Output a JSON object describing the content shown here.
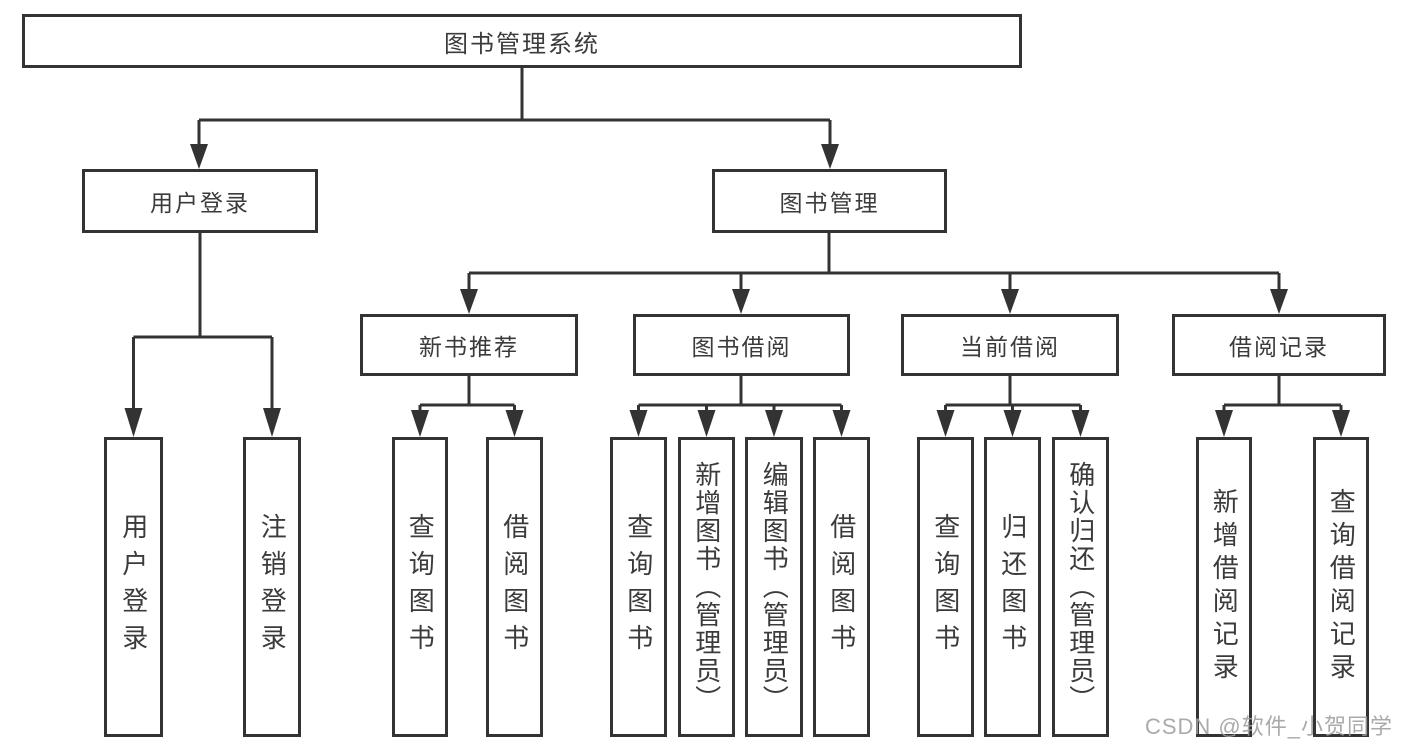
{
  "tree": {
    "label": "图书管理系统",
    "children": [
      {
        "label": "用户登录",
        "children": [
          {
            "label": "用户登录"
          },
          {
            "label": "注销登录"
          }
        ]
      },
      {
        "label": "图书管理",
        "children": [
          {
            "label": "新书推荐",
            "children": [
              {
                "label": "查询图书"
              },
              {
                "label": "借阅图书"
              }
            ]
          },
          {
            "label": "图书借阅",
            "children": [
              {
                "label": "查询图书"
              },
              {
                "label": "新增图书（管理员）"
              },
              {
                "label": "编辑图书（管理员）"
              },
              {
                "label": "借阅图书"
              }
            ]
          },
          {
            "label": "当前借阅",
            "children": [
              {
                "label": "查询图书"
              },
              {
                "label": "归还图书"
              },
              {
                "label": "确认归还（管理员）"
              }
            ]
          },
          {
            "label": "借阅记录",
            "children": [
              {
                "label": "新增借阅记录"
              },
              {
                "label": "查询借阅记录"
              }
            ]
          }
        ]
      }
    ]
  },
  "watermark": "CSDN @软件_小贺同学",
  "colors": {
    "line": "#333333",
    "text": "#3b3b3b",
    "background": "#ffffff",
    "watermark": "#9e9e9e"
  }
}
